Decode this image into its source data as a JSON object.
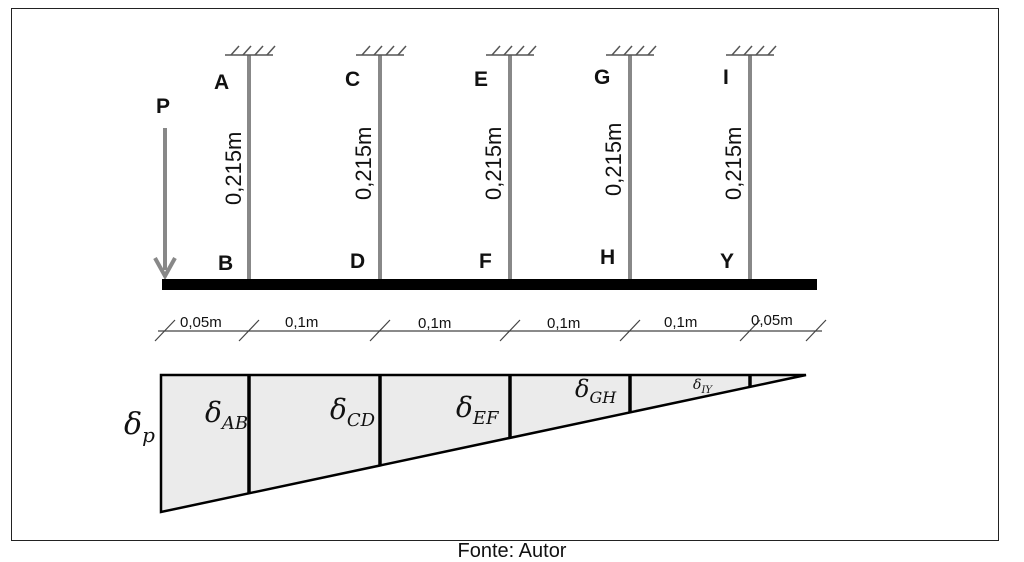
{
  "load": {
    "label": "P"
  },
  "supports": [
    {
      "top_label": "A",
      "bottom_label": "B",
      "length_label": "0,215m"
    },
    {
      "top_label": "C",
      "bottom_label": "D",
      "length_label": "0,215m"
    },
    {
      "top_label": "E",
      "bottom_label": "F",
      "length_label": "0,215m"
    },
    {
      "top_label": "G",
      "bottom_label": "H",
      "length_label": "0,215m"
    },
    {
      "top_label": "I",
      "bottom_label": "Y",
      "length_label": "0,215m"
    }
  ],
  "spacings": [
    "0,05m",
    "0,1m",
    "0,1m",
    "0,1m",
    "0,1m",
    "0,05m"
  ],
  "deflection": {
    "main": {
      "symbol": "δ",
      "sub": "p"
    },
    "labels": [
      {
        "symbol": "δ",
        "sub": "AB"
      },
      {
        "symbol": "δ",
        "sub": "CD"
      },
      {
        "symbol": "δ",
        "sub": "EF"
      },
      {
        "symbol": "δ",
        "sub": "GH"
      },
      {
        "symbol": "δ",
        "sub": "IY"
      }
    ]
  },
  "caption": "Fonte: Autor"
}
